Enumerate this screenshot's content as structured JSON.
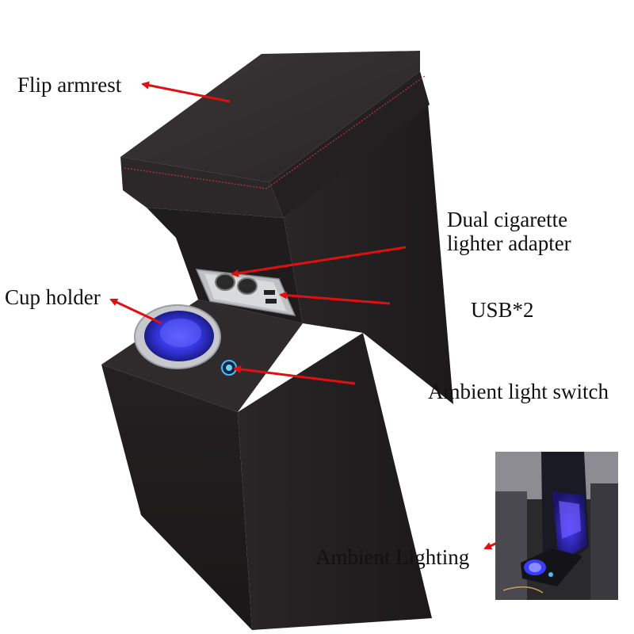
{
  "labels": {
    "flip_armrest": "Flip armrest",
    "dual_lighter_line1": "Dual cigarette",
    "dual_lighter_line2": "lighter adapter",
    "usb": "USB*2",
    "cup_holder": "Cup holder",
    "ambient_switch": "Ambient light switch",
    "ambient_lighting": "Ambient Lighting"
  },
  "colors": {
    "arrow": "#e01010",
    "leather": "#262224",
    "stitching": "#c0304a",
    "ambient_blue": "#3a3cff"
  }
}
